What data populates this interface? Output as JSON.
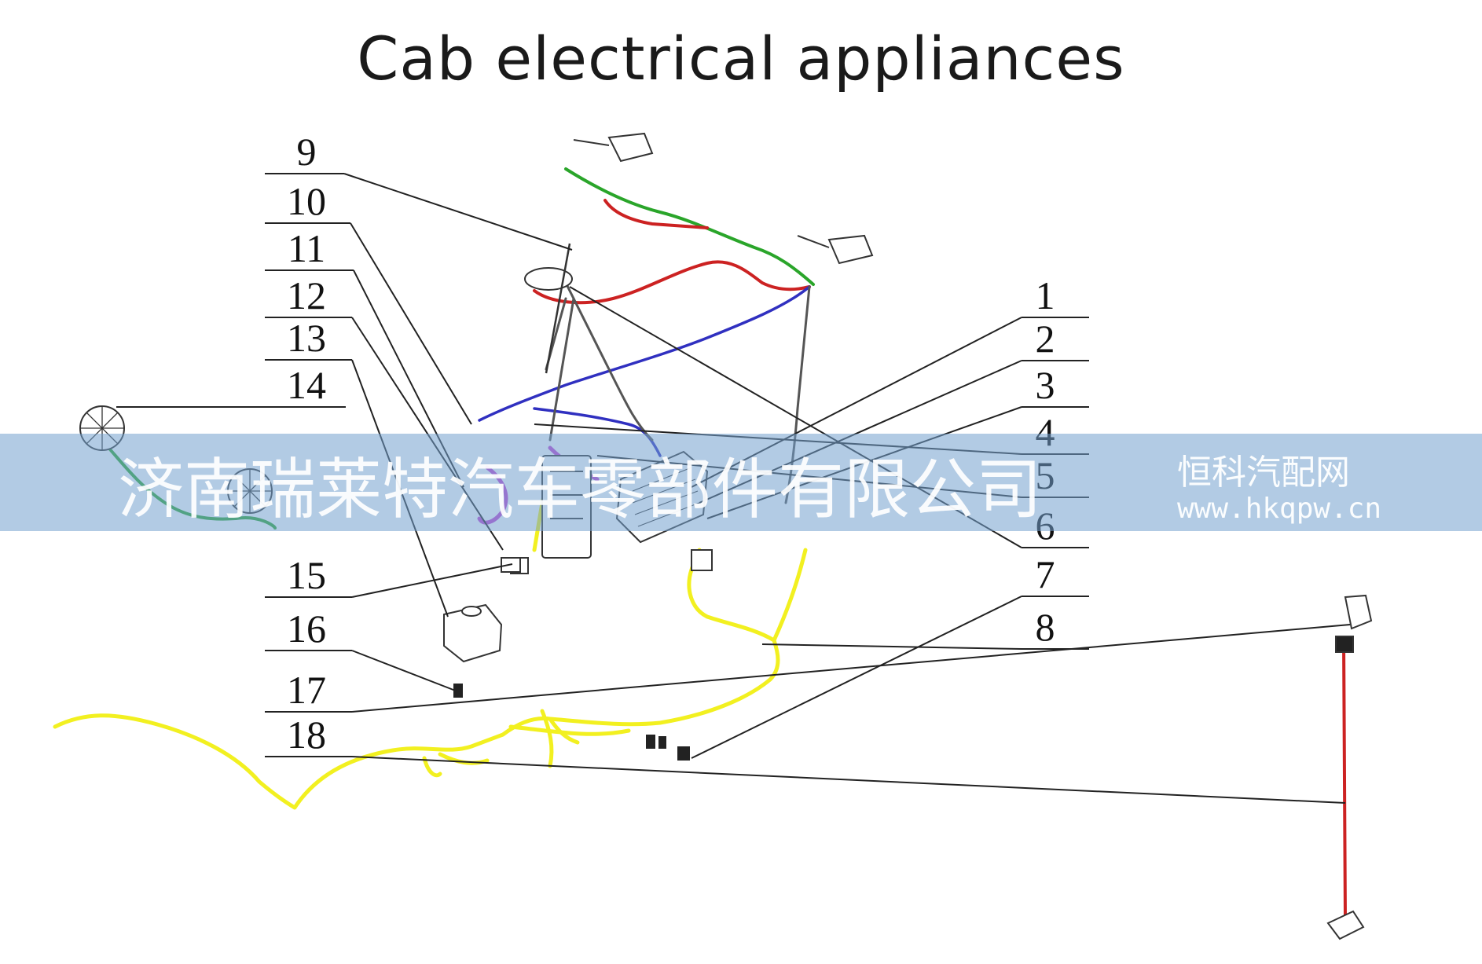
{
  "title": "Cab electrical appliances",
  "callouts": {
    "left": [
      "9",
      "10",
      "11",
      "12",
      "13",
      "14",
      "15",
      "16",
      "17",
      "18"
    ],
    "right": [
      "1",
      "2",
      "3",
      "4",
      "5",
      "6",
      "7",
      "8"
    ]
  },
  "watermark": {
    "company": "济南瑞莱特汽车零部件有限公司",
    "brand": "恒科汽配网",
    "url": "www.hkqpw.cn"
  },
  "colors": {
    "harness_yellow": "#f2f020",
    "harness_red": "#cc2222",
    "harness_green": "#2aa52a",
    "harness_purple": "#8a2be2",
    "harness_magenta": "#c040d0",
    "harness_blue": "#3030c0",
    "watermark_band": "#73a0cd"
  }
}
